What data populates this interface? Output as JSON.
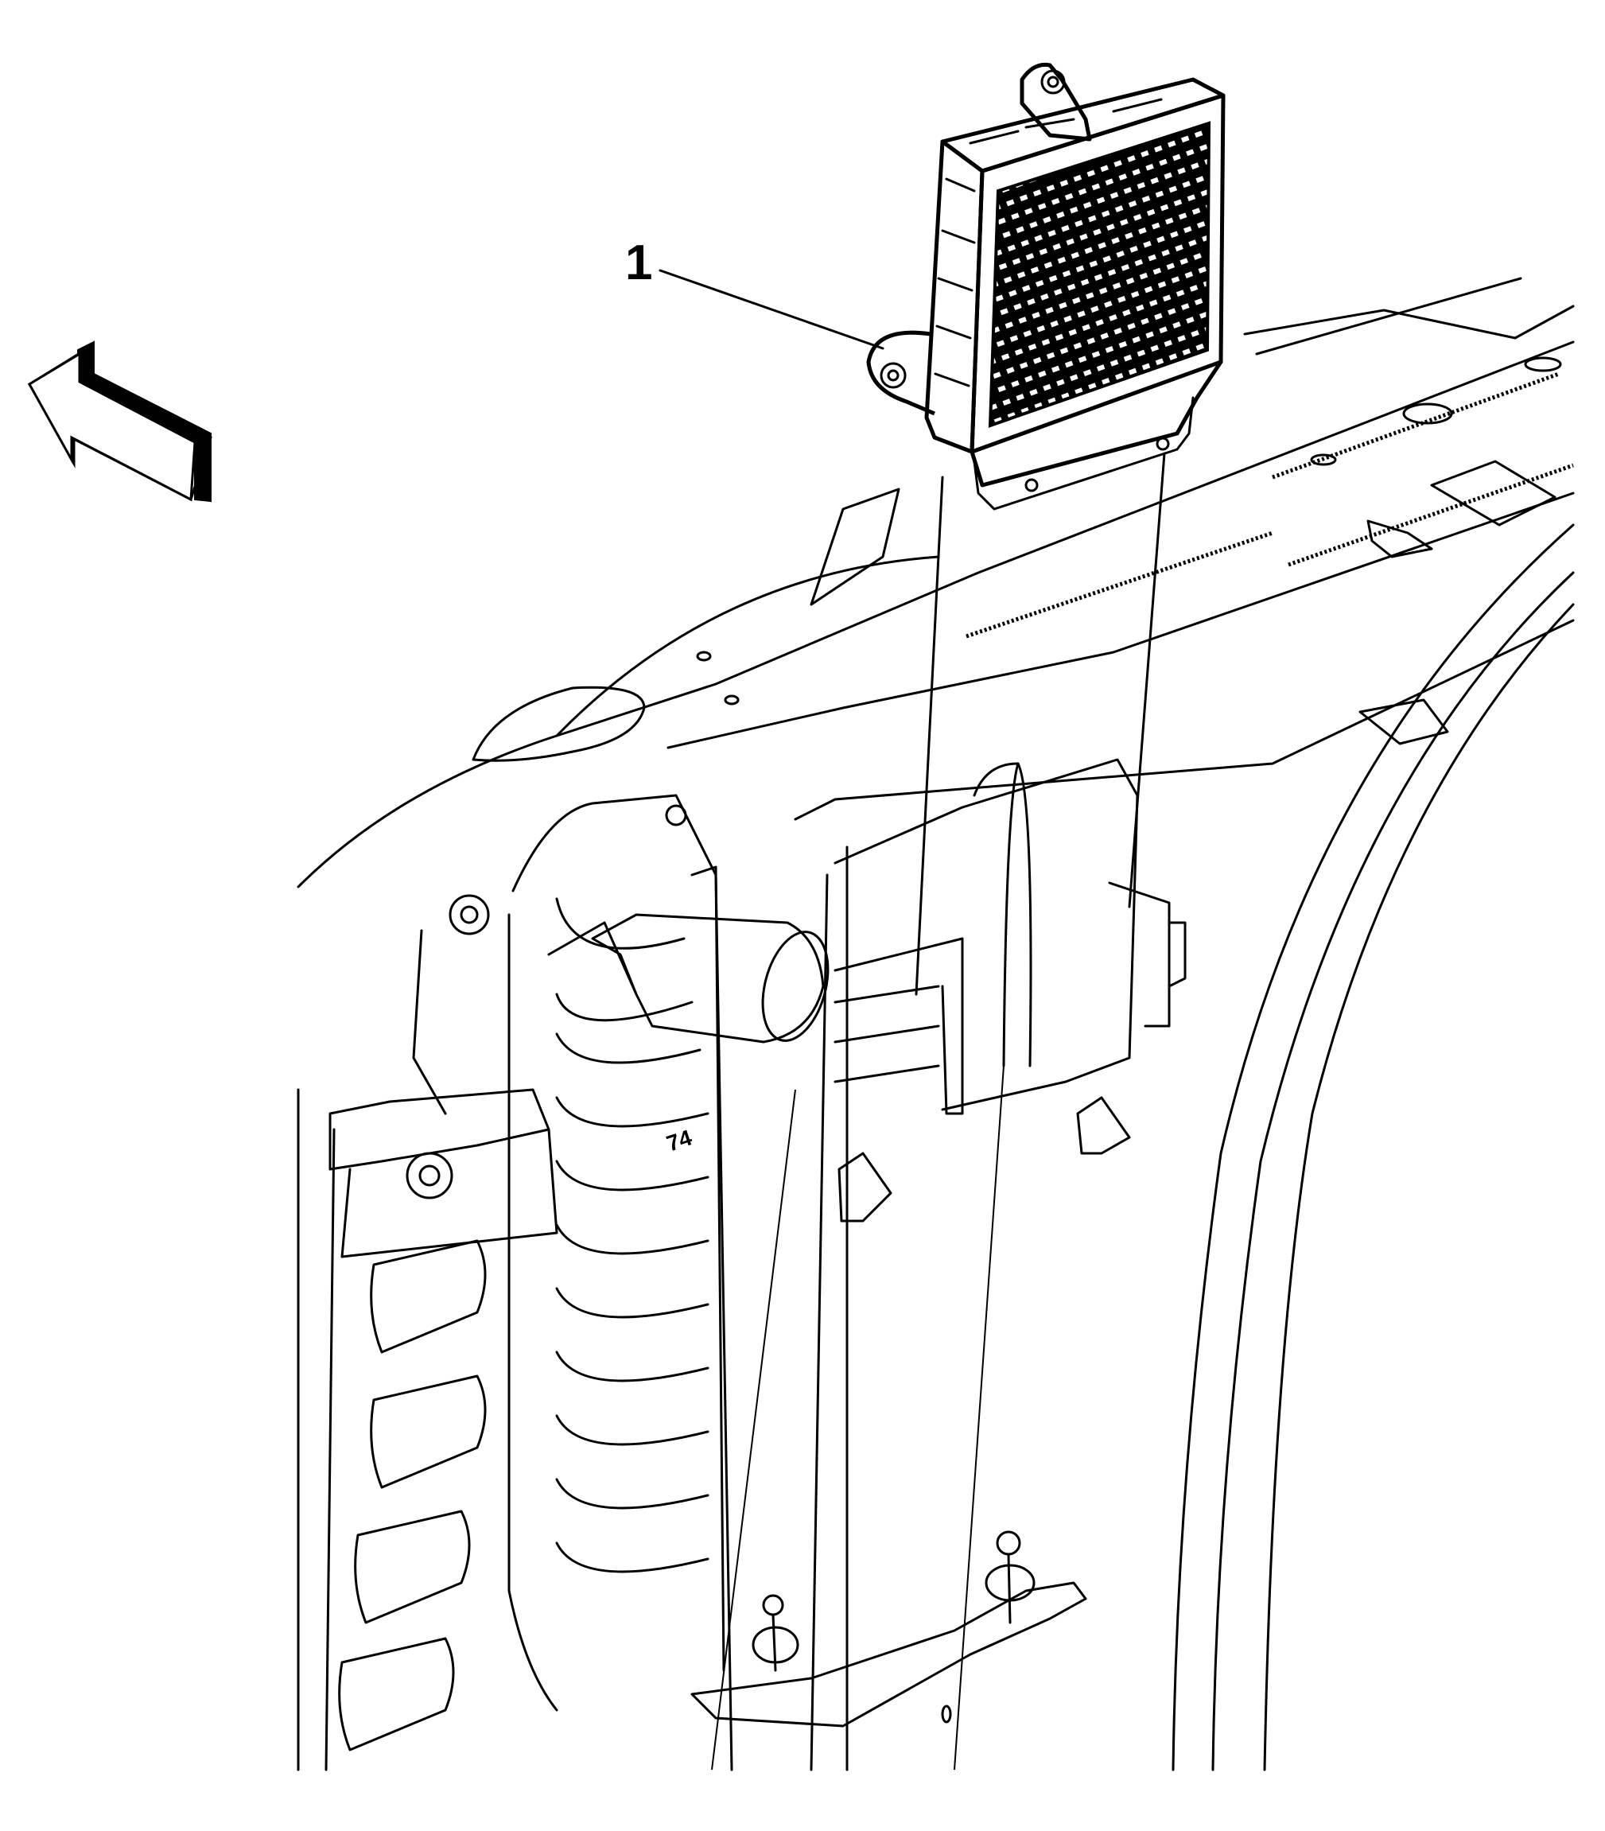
{
  "diagram": {
    "type": "exploded-view line illustration",
    "callouts": [
      {
        "number": "1",
        "target": "module-with-mesh-grille"
      }
    ],
    "embossed_text": "74",
    "direction_indicator": "forward-arrow",
    "colors": {
      "line": "#000000",
      "background": "#ffffff"
    }
  }
}
